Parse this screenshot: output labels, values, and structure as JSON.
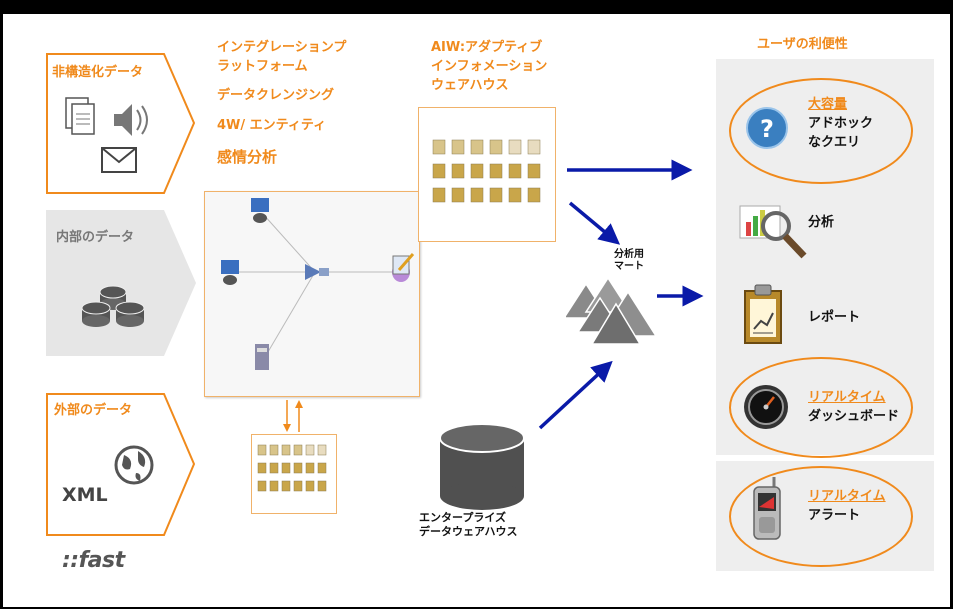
{
  "sources": {
    "unstructured": "非構造化データ",
    "internal": "内部のデータ",
    "external": "外部のデータ",
    "xml": "XML",
    "brand": "::fast"
  },
  "integration": {
    "platform_line1": "インテグレーションプ",
    "platform_line2": "ラットフォーム",
    "cleansing": "データクレンジング",
    "entity": "4W/ エンティティ",
    "sentiment": "感情分析"
  },
  "aiw": {
    "line1": "AIW:アダプティブ",
    "line2": "インフォメーション",
    "line3": "ウェアハウス"
  },
  "mart": {
    "line1": "分析用",
    "line2": "マート"
  },
  "edw": {
    "line1": "エンタープライズ",
    "line2": "データウェアハウス"
  },
  "benefits": {
    "title": "ユーザの利便性",
    "items": [
      {
        "highlight": "大容量",
        "line2": "アドホック",
        "line3": "なクエリ",
        "icon": "question-icon"
      },
      {
        "highlight": "",
        "line2": "分析",
        "line3": "",
        "icon": "analysis-icon"
      },
      {
        "highlight": "",
        "line2": "レポート",
        "line3": "",
        "icon": "report-icon"
      },
      {
        "highlight": "リアルタイム",
        "line2": "ダッシュボード",
        "line3": "",
        "icon": "gauge-icon"
      },
      {
        "highlight": "リアルタイム",
        "line2": "アラート",
        "line3": "",
        "icon": "phone-icon"
      }
    ]
  },
  "colors": {
    "accent": "#f08a1c",
    "arrow": "#0a1aa8",
    "panel": "#eeeeee"
  }
}
